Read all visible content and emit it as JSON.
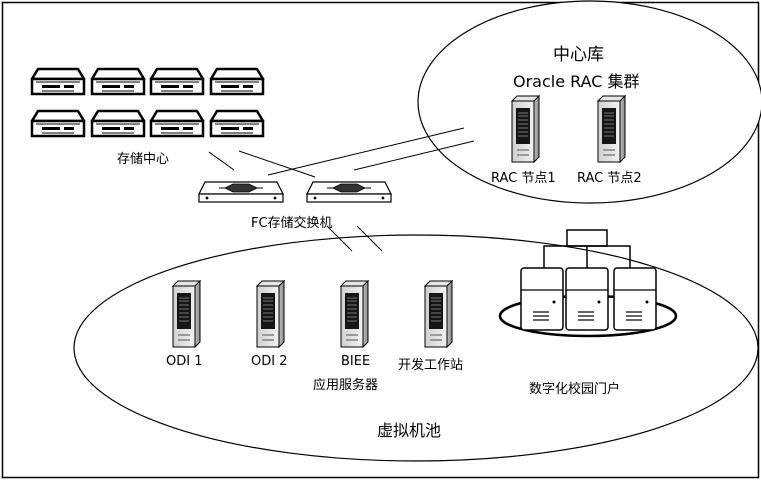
{
  "diagram": {
    "central_db": {
      "title": "中心库",
      "subtitle": "Oracle RAC 集群",
      "node1": "RAC 节点1",
      "node2": "RAC 节点2"
    },
    "storage_center": "存储中心",
    "fc_switch": "FC存储交换机",
    "pool": {
      "title": "虚拟机池",
      "servers": [
        {
          "name": "ODI 1"
        },
        {
          "name": "ODI 2"
        },
        {
          "name": "BIEE",
          "name2": "应用服务器"
        },
        {
          "name": "开发工作站"
        }
      ],
      "portal": "数字化校园门户"
    }
  }
}
